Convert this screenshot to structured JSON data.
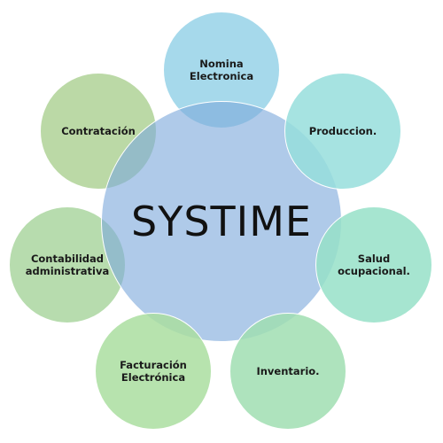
{
  "diagram": {
    "center": {
      "title": "SYSTIME",
      "color": "#7eaadc"
    },
    "nodes": [
      {
        "label": "Nomina\nElectronica",
        "color": "#96d2e8"
      },
      {
        "label": "Produccion.",
        "color": "#96dedc"
      },
      {
        "label": "Salud\nocupacional.",
        "color": "#96e0c8"
      },
      {
        "label": "Inventario.",
        "color": "#a0deb2"
      },
      {
        "label": "Facturación\nElectrónica",
        "color": "#aadea0"
      },
      {
        "label": "Contabilidad\nadministrativa",
        "color": "#aad6a0"
      },
      {
        "label": "Contratación",
        "color": "#afd296"
      }
    ]
  }
}
